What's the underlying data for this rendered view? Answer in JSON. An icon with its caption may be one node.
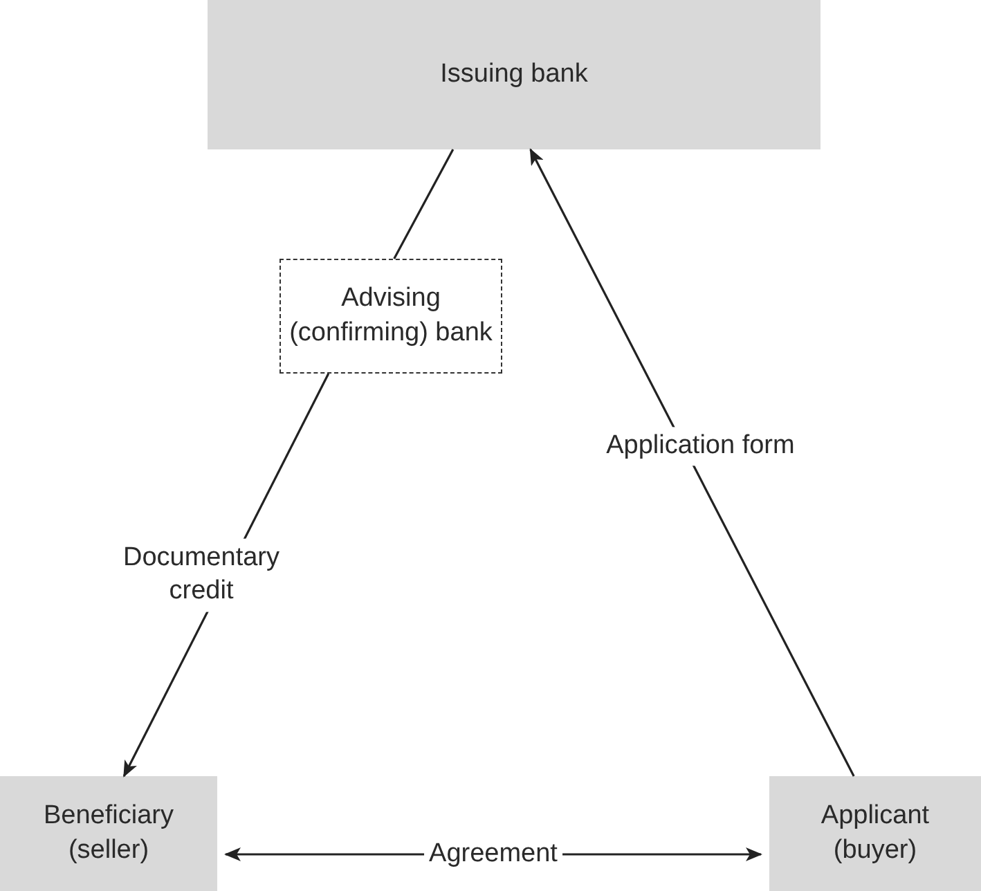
{
  "diagram": {
    "nodes": [
      {
        "text": [
          "Issuing bank"
        ]
      },
      {
        "text": [
          "Advising (confirming) bank"
        ]
      },
      {
        "text": [
          "Beneficiary (seller)"
        ]
      },
      {
        "text": [
          "Applicant (buyer)"
        ]
      }
    ],
    "edges": [
      {
        "from": 0,
        "to": 1,
        "arrow": "none"
      },
      {
        "from": 1,
        "to": 2,
        "arrow": "to",
        "label": "Documentary credit"
      },
      {
        "from": 3,
        "to": 0,
        "arrow": "to",
        "label": "Application form"
      },
      {
        "from": 2,
        "to": 3,
        "arrow": "both",
        "label": "Agreement"
      }
    ]
  }
}
